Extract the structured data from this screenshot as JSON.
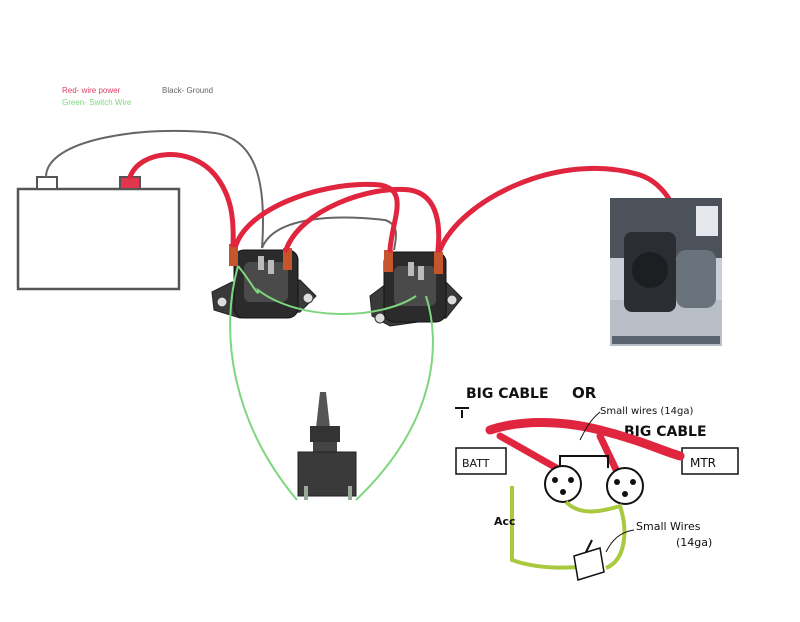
{
  "legend": {
    "red": "Red- wire power",
    "black": "Black- Ground",
    "green": "Green- Switch Wire"
  },
  "sketch": {
    "big_cable_or": "BIG CABLE",
    "or": "OR",
    "small_wires_top": "Small wires (14ga)",
    "big_cable_red": "BIG CABLE",
    "batt": "BATT",
    "mtr": "MTR",
    "acc": "Acc",
    "small_wires_bottom_1": "Small Wires",
    "small_wires_bottom_2": "(14ga)"
  },
  "colors": {
    "red_wire": "#e0253f",
    "black_wire": "#555555",
    "green_wire": "#7ed67e",
    "sketch_green": "#a9c93e"
  }
}
